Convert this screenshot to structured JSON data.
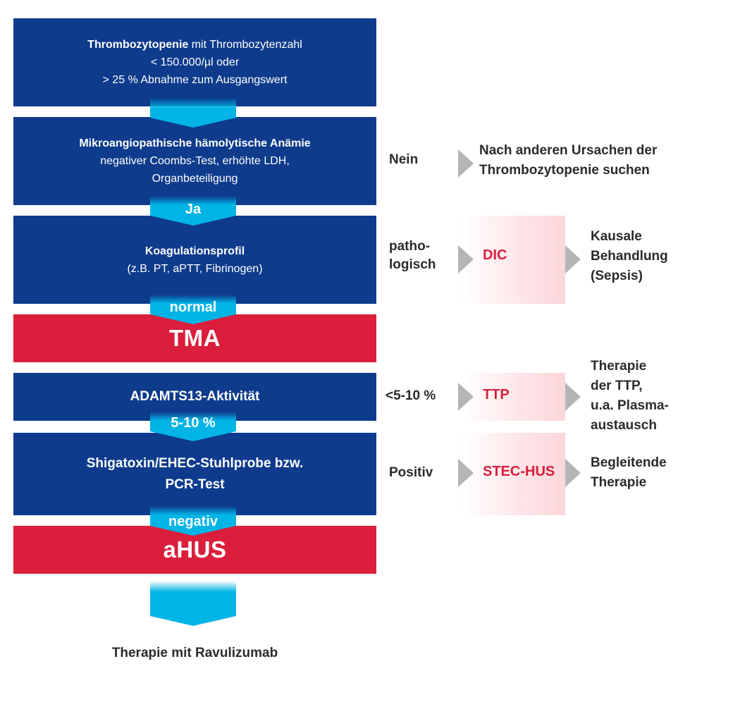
{
  "steps": {
    "thrombo": {
      "title": "Thrombozytopenie",
      "title_rest": " mit Thrombozytenzahl",
      "line2": "< 150.000/µl oder",
      "line3": "> 25 % Abnahme zum Ausgangswert"
    },
    "mah": {
      "title": "Mikroangiopathische hämolytische Anämie",
      "line2": "negativer Coombs-Test, erhöhte LDH,",
      "line3": "Organbeteiligung"
    },
    "koag": {
      "title": "Koagulationsprofil",
      "line2": "(z.B. PT, aPTT, Fibrinogen)"
    },
    "tma": {
      "title": "TMA"
    },
    "adamts": {
      "title": "ADAMTS13-Aktivität"
    },
    "shiga": {
      "line1": "Shigatoxin/EHEC-Stuhlprobe bzw.",
      "line2": "PCR-Test"
    },
    "ahus": {
      "title": "aHUS"
    }
  },
  "arrows": {
    "ja": "Ja",
    "normal": "normal",
    "pct": "5-10 %",
    "negativ": "negativ"
  },
  "branches": {
    "nein": {
      "label": "Nein",
      "outcome_line1": "Nach anderen Ursachen der",
      "outcome_line2": "Thrombozytopenie suchen"
    },
    "patho": {
      "label_line1": "patho-",
      "label_line2": "logisch",
      "result": "DIC",
      "outcome_line1": "Kausale",
      "outcome_line2": "Behandlung",
      "outcome_line3": "(Sepsis)"
    },
    "ttp": {
      "label": "<5-10 %",
      "result": "TTP",
      "outcome_line1": "Therapie",
      "outcome_line2": "der TTP,",
      "outcome_line3": "u.a. Plasma-",
      "outcome_line4": "austausch"
    },
    "stec": {
      "label": "Positiv",
      "result": "STEC-HUS",
      "outcome_line1": "Begleitende",
      "outcome_line2": "Therapie"
    }
  },
  "final": "Therapie mit Ravulizumab",
  "colors": {
    "blue": "#0e3b8c",
    "red": "#da1e3c",
    "cyan": "#00b4e6",
    "gray_arrow": "#b5b5b5"
  }
}
